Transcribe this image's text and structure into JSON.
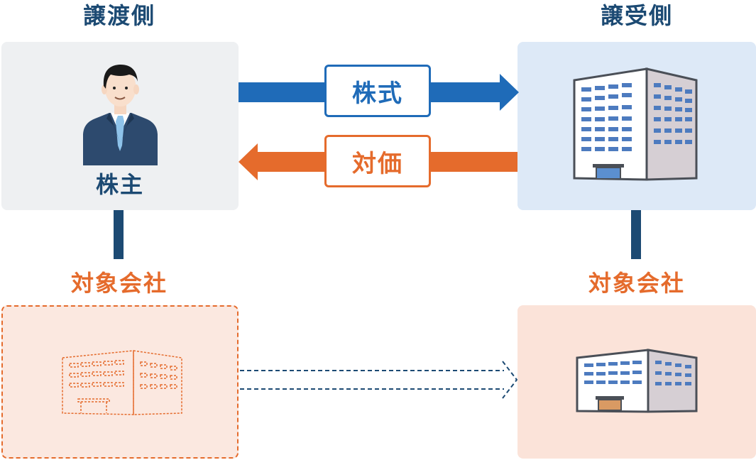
{
  "left_side": {
    "heading": "譲渡側",
    "person_label": "株主",
    "target_heading": "対象会社"
  },
  "right_side": {
    "heading": "譲受側",
    "target_heading": "対象会社"
  },
  "arrows": {
    "shares_label": "株式",
    "consideration_label": "対価"
  },
  "colors": {
    "navy": "#1c4a73",
    "blue_arrow": "#1f6bb8",
    "orange": "#e56b2c",
    "grey_box": "#eef0f2",
    "light_blue_box": "#dde9f7",
    "peach_box": "#fbe3d9"
  },
  "icons": [
    "businessman-icon",
    "office-building-icon",
    "building-outline-icon"
  ]
}
